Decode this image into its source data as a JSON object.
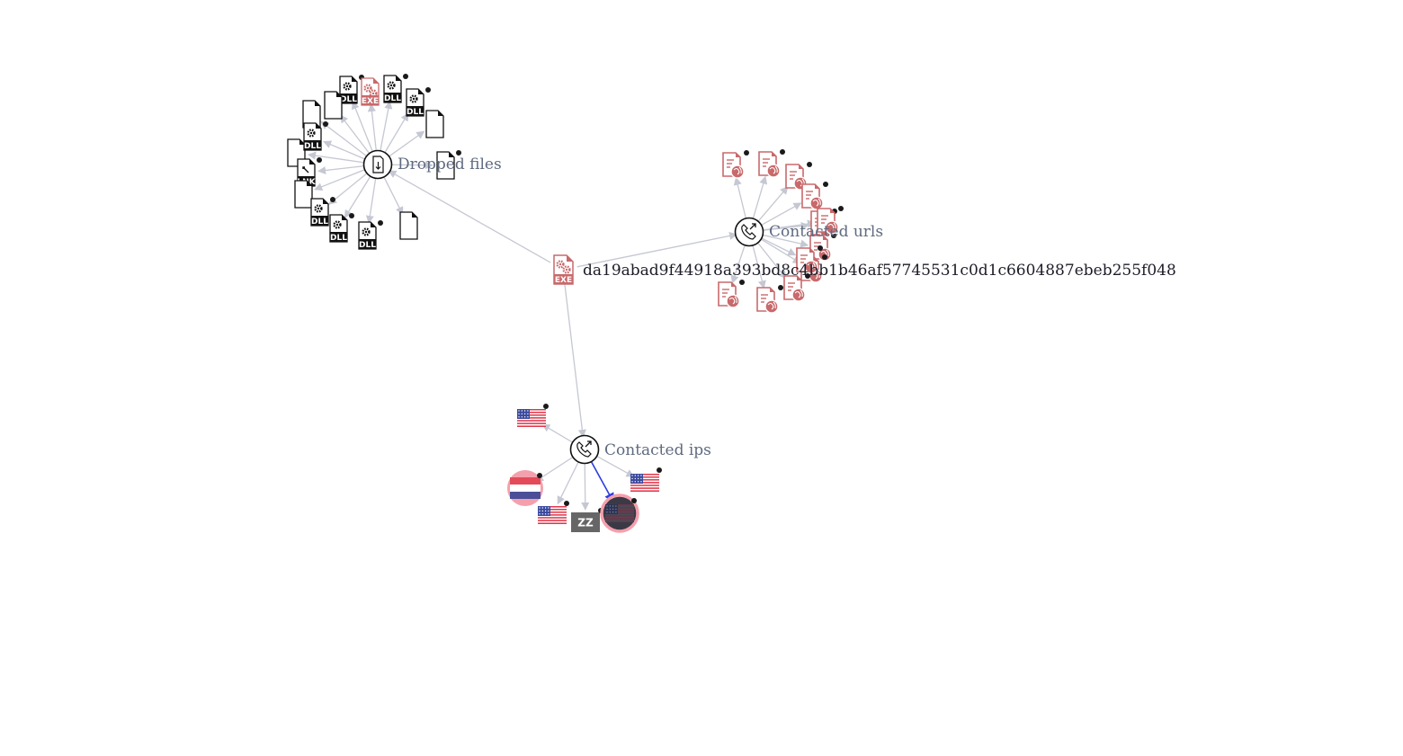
{
  "graph": {
    "main_node": {
      "label": "da19abad9f44918a393bd8c4bb1b46af57745531c0d1c6604887ebeb255f048",
      "icon": "exe-file-icon"
    },
    "hubs": {
      "dropped_files": {
        "label": "Dropped files",
        "icon": "file-download-icon"
      },
      "contacted_urls": {
        "label": "Contacted urls",
        "icon": "phone-outgoing-icon"
      },
      "contacted_ips": {
        "label": "Contacted ips",
        "icon": "phone-outgoing-icon"
      }
    },
    "dropped_files": [
      {
        "type": "dll"
      },
      {
        "type": "exe"
      },
      {
        "type": "dll"
      },
      {
        "type": "dll"
      },
      {
        "type": "file"
      },
      {
        "type": "file"
      },
      {
        "type": "file"
      },
      {
        "type": "file"
      },
      {
        "type": "dll"
      },
      {
        "type": "file"
      },
      {
        "type": "lnk"
      },
      {
        "type": "file"
      },
      {
        "type": "dll"
      },
      {
        "type": "dll"
      },
      {
        "type": "dll"
      },
      {
        "type": "file"
      }
    ],
    "contacted_urls_count": 12,
    "contacted_ips": [
      {
        "flag": "us"
      },
      {
        "flag": "nl",
        "highlighted": true
      },
      {
        "flag": "us"
      },
      {
        "flag": "zz",
        "text": "ZZ"
      },
      {
        "flag": "us",
        "selected": true
      },
      {
        "flag": "us"
      }
    ],
    "colors": {
      "edge": "#c5c8d2",
      "active_edge": "#2b3de0",
      "malicious": "#c9696b",
      "highlight": "#f4a0ac",
      "hub_label": "#5f6a80"
    }
  }
}
